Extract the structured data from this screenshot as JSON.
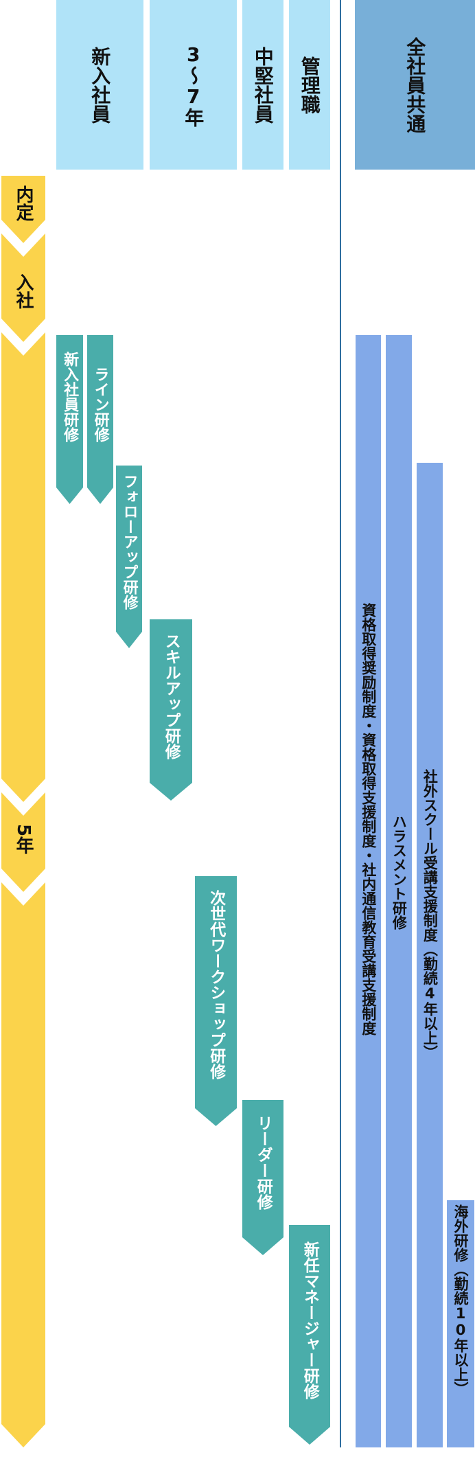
{
  "headers": {
    "new": "新入社員",
    "mid": "3〜7年",
    "senior": "中堅社員",
    "manager": "管理職",
    "common": "全社員共通"
  },
  "timeline": {
    "naitei": "内定",
    "nyusha": "入社",
    "five": "5年"
  },
  "programs": {
    "p1": "新入社員研修",
    "p2": "ライン研修",
    "p3": "フォローアップ研修",
    "p4": "スキルアップ研修",
    "p5": "次世代ワークショップ研修",
    "p6": "リーダー研修",
    "p7": "新任マネージャー研修"
  },
  "common_programs": {
    "c1": "資格取得奨励制度・資格取得支援制度・社内通信教育受講支援制度",
    "c2": "ハラスメント研修",
    "c3": "社外スクール受講支援制度（勤続4年以上）",
    "c4": "海外研修（勤続10年以上）"
  },
  "colors": {
    "header_light": "#b0e3f8",
    "header_common": "#78afd8",
    "timeline": "#fbd34b",
    "teal": "#4aadaa",
    "blue": "#82a9e8",
    "divider": "#2f6ea0"
  }
}
